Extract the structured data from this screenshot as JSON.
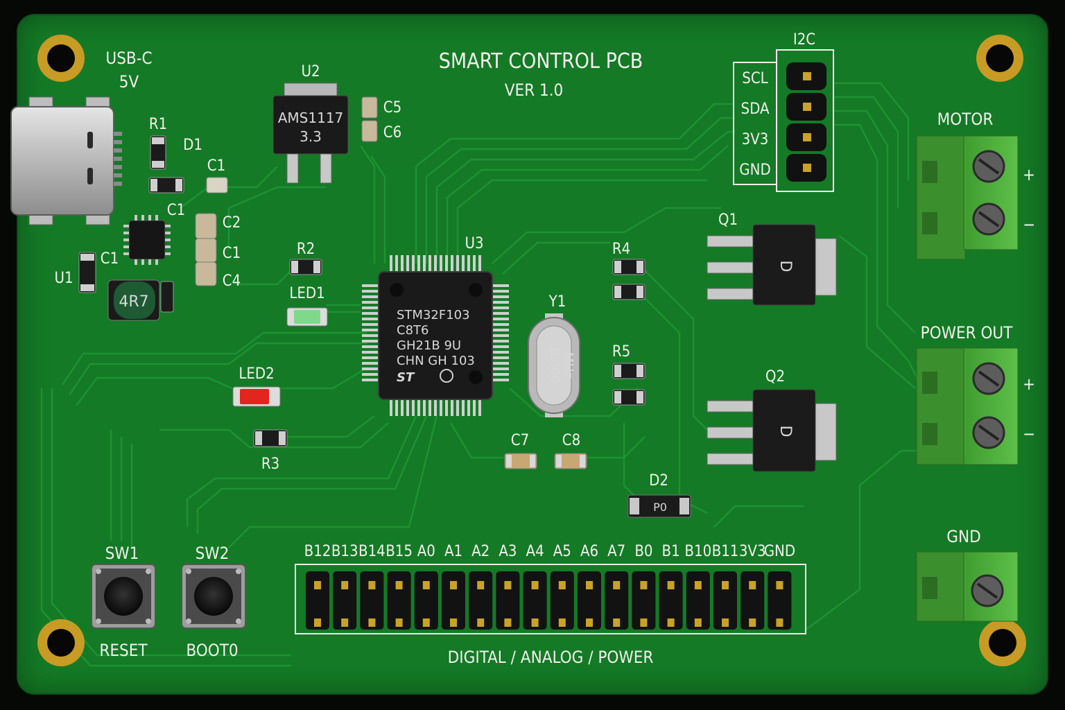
{
  "board": {
    "title": "SMART CONTROL PCB",
    "version": "VER 1.0",
    "colors": {
      "pcb": "#147a26",
      "trace": "#1c8f31",
      "silkscreen": "#f1f1ec",
      "copper_pad": "#c9a227",
      "terminal": "#4caf3b"
    }
  },
  "usb": {
    "label_line1": "USB-C",
    "label_line2": "5V"
  },
  "regulator": {
    "ref": "U2",
    "marking_line1": "AMS1117",
    "marking_line2": "3.3"
  },
  "mcu": {
    "ref": "U3",
    "marking_line1": "STM32F103",
    "marking_line2": "C8T6",
    "marking_line3": "GH21B 9U",
    "marking_line4": "CHN GH 103",
    "logo": "ST"
  },
  "crystal": {
    "ref": "Y1",
    "marking_line1": "8.000",
    "marking_line2": "MHz"
  },
  "inductor": {
    "marking": "4R7"
  },
  "left_labels": {
    "R1": "R1",
    "D1": "D1",
    "C1a": "C1",
    "C1b": "C1",
    "C1c": "C1",
    "C1d": "C1",
    "C2": "C2",
    "C4": "C4",
    "U1": "U1"
  },
  "refs": {
    "C5": "C5",
    "C6": "C6",
    "R2": "R2",
    "LED1": "LED1",
    "LED2": "LED2",
    "R3": "R3",
    "R4": "R4",
    "R5": "R5",
    "C7": "C7",
    "C8": "C8",
    "Q1": "Q1",
    "Q2": "Q2",
    "D2": "D2",
    "D2_marking": "P0",
    "mosfet_marking": "D"
  },
  "i2c": {
    "title": "I2C",
    "pins": [
      "SCL",
      "SDA",
      "3V3",
      "GND"
    ]
  },
  "terminals": {
    "motor": {
      "label": "MOTOR",
      "plus": "+",
      "minus": "−"
    },
    "power_out": {
      "label": "POWER OUT",
      "plus": "+",
      "minus": "−"
    },
    "gnd": {
      "label": "GND"
    }
  },
  "switches": {
    "sw1": {
      "ref": "SW1",
      "function": "RESET"
    },
    "sw2": {
      "ref": "SW2",
      "function": "BOOT0"
    }
  },
  "header": {
    "pins": [
      "B12",
      "B13",
      "B14",
      "B15",
      "A0",
      "A1",
      "A2",
      "A3",
      "A4",
      "A5",
      "A6",
      "A7",
      "B0",
      "B1",
      "B10",
      "B11",
      "3V3",
      "GND"
    ],
    "caption": "DIGITAL / ANALOG / POWER"
  }
}
